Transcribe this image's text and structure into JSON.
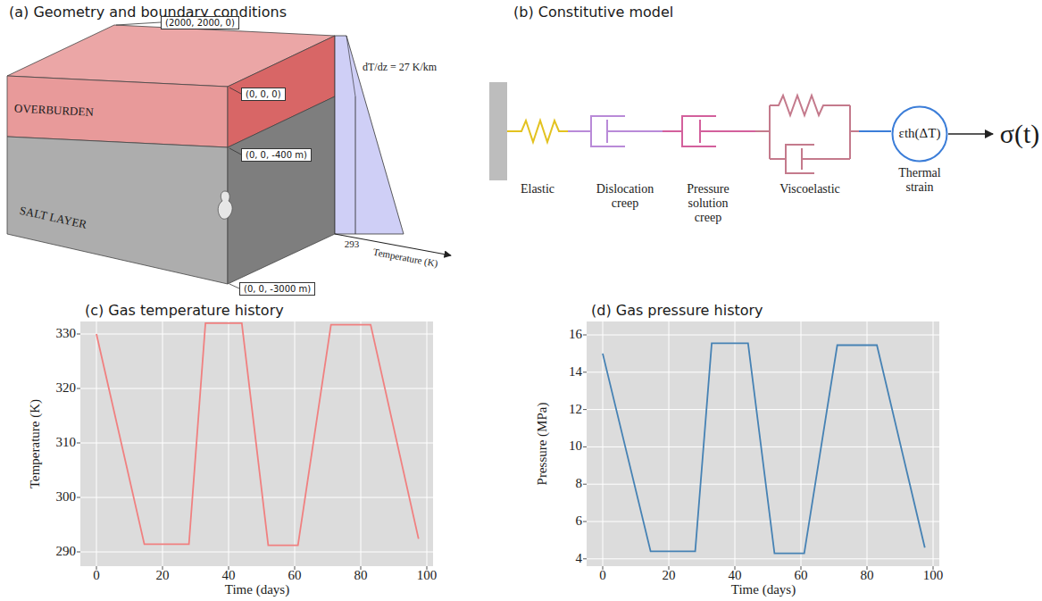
{
  "diagram": {
    "nodes": [
      {
        "text": [
          "(2000, 2000, 0)"
        ]
      },
      {
        "text": [
          "(0, 0, 0)"
        ]
      },
      {
        "text": [
          "(0, 0, -400 m)"
        ]
      },
      {
        "text": [
          "(0, 0, -3000 m)"
        ]
      },
      {
        "text": [
          "εth(ΔT)",
          "Thermal strain"
        ]
      }
    ],
    "labels": [
      "(a) Geometry and boundary conditions",
      "(b) Constitutive model",
      "OVERBURDEN",
      "SALT LAYER",
      "dT/dz = 27 K/km",
      "293",
      "Temperature (K)",
      "Elastic",
      "Dislocation creep",
      "Pressure solution creep",
      "Viscoelastic",
      "σ(t)",
      "(c) Gas temperature history",
      "(d) Gas pressure history",
      "330",
      "320",
      "310",
      "300",
      "290",
      "0",
      "20",
      "40",
      "60",
      "80",
      "100",
      "Time (days)",
      "Temperature (K)",
      "16",
      "14",
      "12",
      "10",
      "8",
      "6",
      "4",
      "0",
      "20",
      "40",
      "60",
      "80",
      "100",
      "Time (days)",
      "Pressure (MPa)"
    ]
  }
}
